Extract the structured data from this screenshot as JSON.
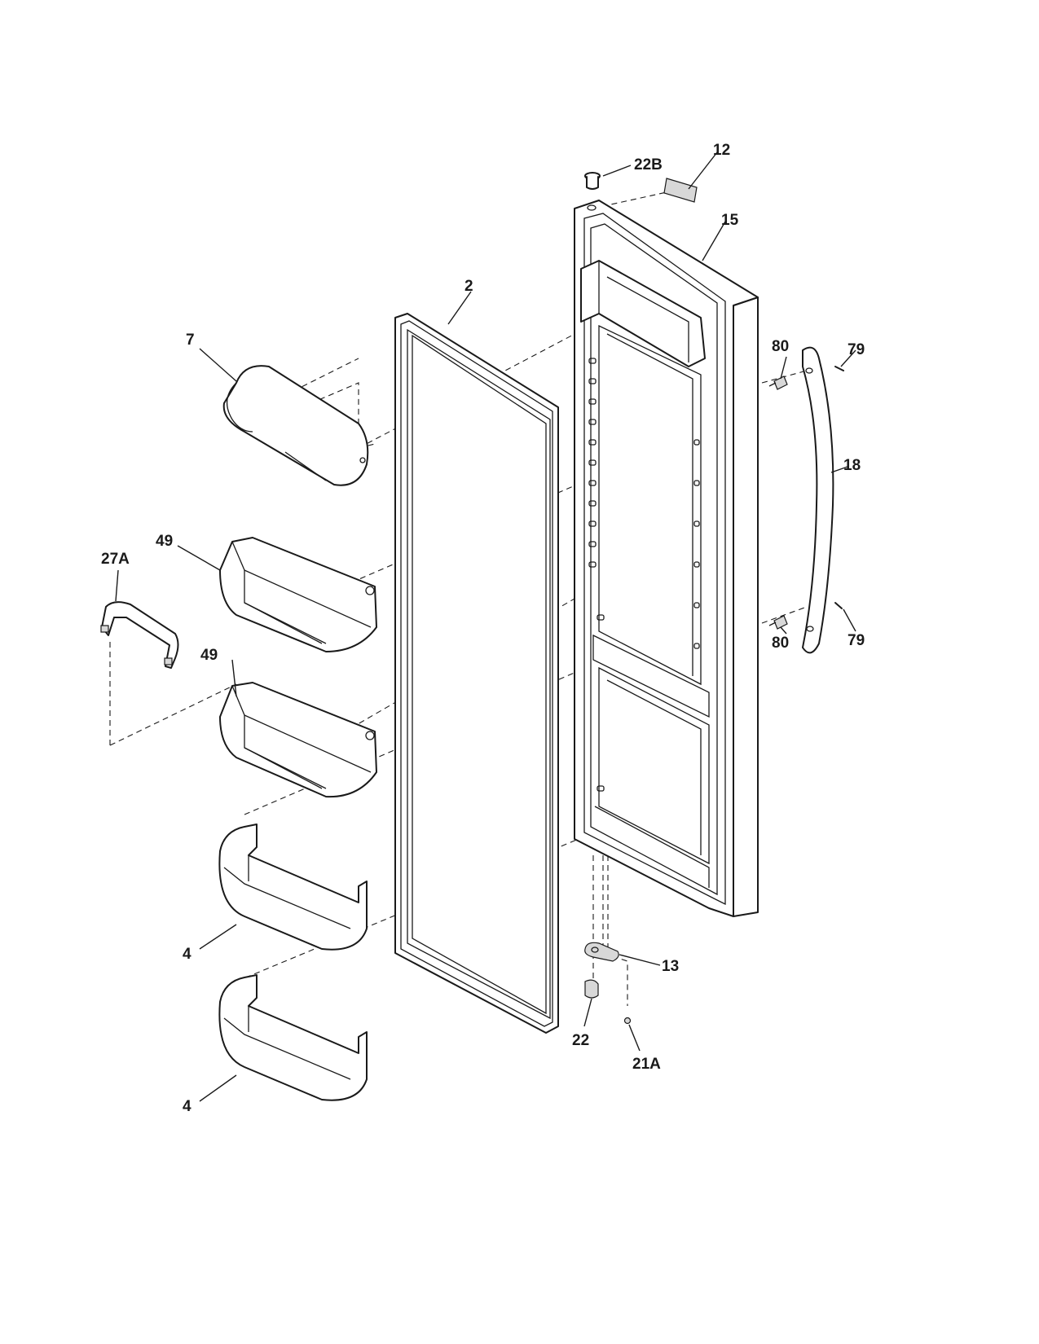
{
  "callouts": {
    "c22B": "22B",
    "c12": "12",
    "c15": "15",
    "c2": "2",
    "c7": "7",
    "c80a": "80",
    "c79a": "79",
    "c18": "18",
    "c49a": "49",
    "c27A": "27A",
    "c49b": "49",
    "c80b": "80",
    "c79b": "79",
    "c4a": "4",
    "c13": "13",
    "c22": "22",
    "c21A": "21A",
    "c4b": "4"
  }
}
